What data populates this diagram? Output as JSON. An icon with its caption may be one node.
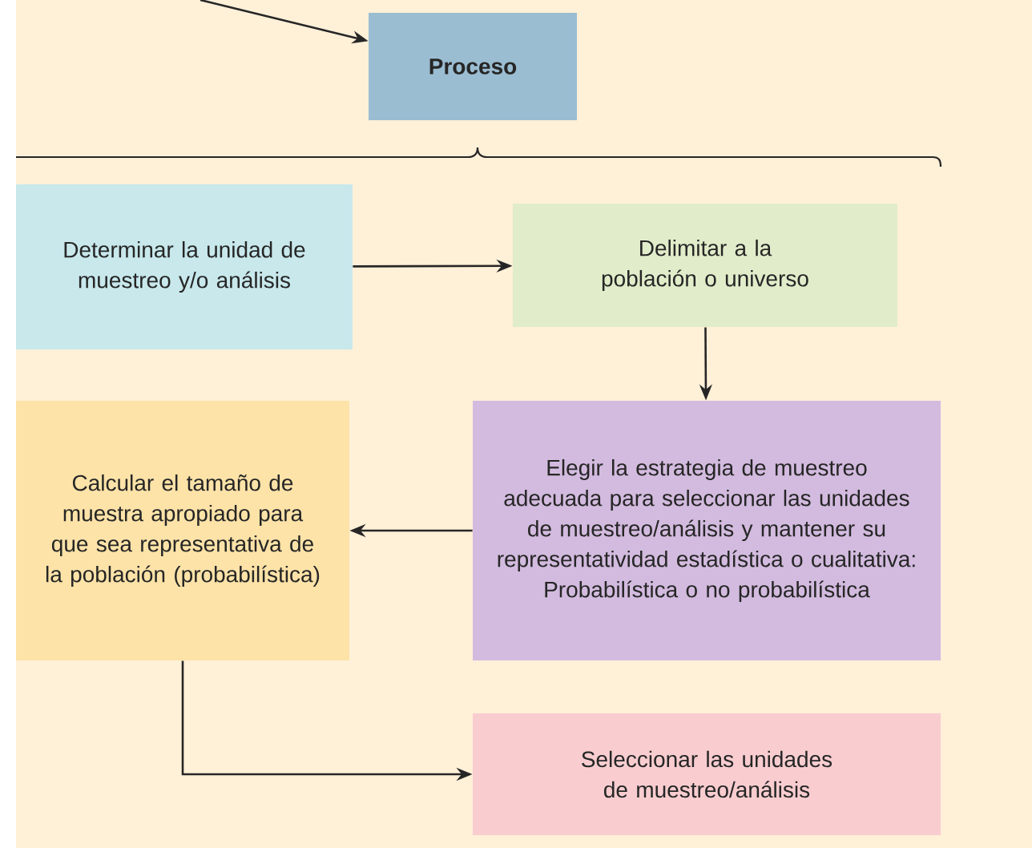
{
  "diagram": {
    "nodes": [
      {
        "text": [
          "Proceso"
        ]
      },
      {
        "text": [
          "Determinar la unidad de muestreo y/o análisis"
        ]
      },
      {
        "text": [
          "Delimitar a la población o universo"
        ]
      },
      {
        "text": [
          "Elegir la estrategia de muestreo adecuada para seleccionar las unidades de muestreo/análisis y mantener su representatividad estadística o cualitativa: Probabilística o no probabilística"
        ]
      },
      {
        "text": [
          "Calcular el tamaño de muestra apropiado para que sea representativa de la población (probabilística)"
        ]
      },
      {
        "text": [
          "Seleccionar las unidades de muestreo/análisis"
        ]
      }
    ],
    "edges": [
      {
        "from": null,
        "to": 0,
        "arrow": "to"
      },
      {
        "from": 1,
        "to": 2,
        "arrow": "to"
      },
      {
        "from": 2,
        "to": 3,
        "arrow": "to"
      },
      {
        "from": 3,
        "to": 4,
        "arrow": "to"
      },
      {
        "from": 4,
        "to": 5,
        "arrow": "to"
      }
    ]
  }
}
